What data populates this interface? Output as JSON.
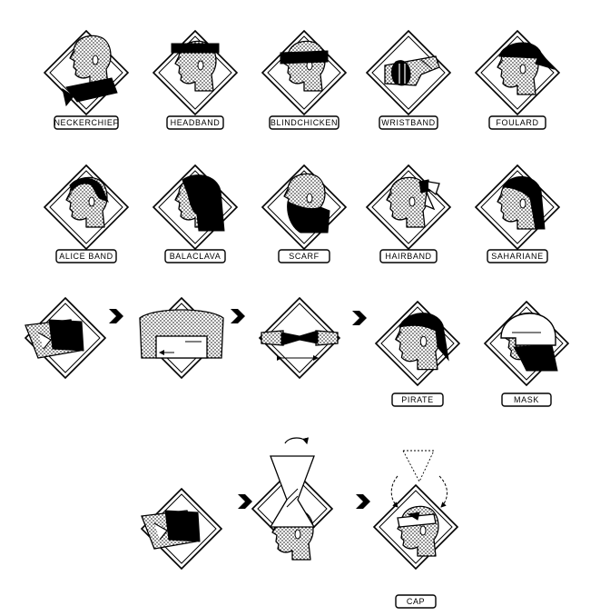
{
  "rows": [
    {
      "items": [
        {
          "label": "NECKERCHIEF",
          "type": "neckerchief"
        },
        {
          "label": "HEADBAND",
          "type": "headband"
        },
        {
          "label": "BLINDCHICKEN",
          "type": "blindchicken"
        },
        {
          "label": "WRISTBAND",
          "type": "wristband"
        },
        {
          "label": "FOULARD",
          "type": "foulard"
        }
      ]
    },
    {
      "items": [
        {
          "label": "ALICE BAND",
          "type": "aliceband"
        },
        {
          "label": "BALACLAVA",
          "type": "balaclava"
        },
        {
          "label": "SCARF",
          "type": "scarf"
        },
        {
          "label": "HAIRBAND",
          "type": "hairband"
        },
        {
          "label": "SAHARIANE",
          "type": "sahariane"
        }
      ]
    }
  ],
  "sequence_pirate": {
    "steps": [
      "fold-hands",
      "lay-flat",
      "roll-twist"
    ],
    "results": [
      {
        "label": "PIRATE",
        "type": "pirate"
      },
      {
        "label": "MASK",
        "type": "mask"
      }
    ]
  },
  "sequence_cap": {
    "steps": [
      "fold-hands",
      "twist-tube"
    ],
    "results": [
      {
        "label": "CAP",
        "type": "cap"
      }
    ]
  },
  "colors": {
    "ink": "#000000",
    "paper": "#ffffff",
    "dots": "#000000"
  }
}
